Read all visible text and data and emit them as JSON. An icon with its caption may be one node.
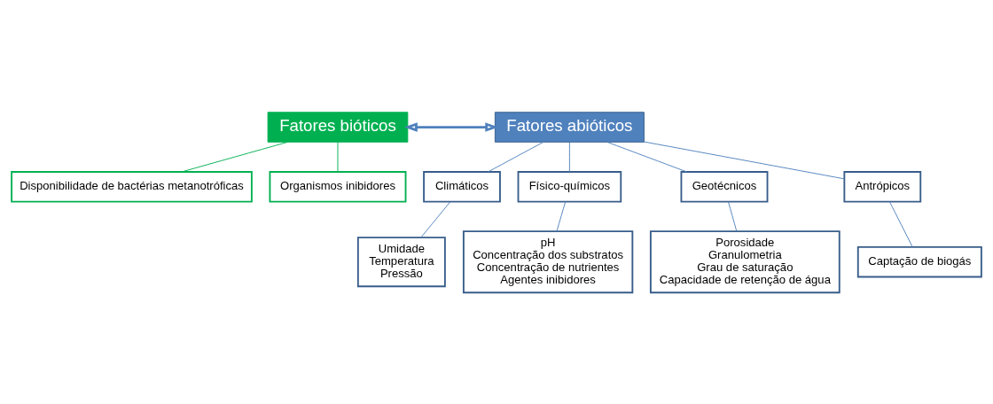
{
  "diagram": {
    "nodes": [
      {
        "text": [
          "Fatores bióticos"
        ]
      },
      {
        "text": [
          "Fatores abióticos"
        ]
      },
      {
        "text": [
          "Disponibilidade de bactérias metanotróficas"
        ]
      },
      {
        "text": [
          "Organismos inibidores"
        ]
      },
      {
        "text": [
          "Climáticos"
        ]
      },
      {
        "text": [
          "Físico-químicos"
        ]
      },
      {
        "text": [
          "Geotécnicos"
        ]
      },
      {
        "text": [
          "Antrópicos"
        ]
      },
      {
        "text": [
          "Umidade",
          "Temperatura",
          "Pressão"
        ]
      },
      {
        "text": [
          "pH",
          "Concentração dos substratos",
          "Concentração de nutrientes",
          "Agentes inibidores"
        ]
      },
      {
        "text": [
          "Porosidade",
          "Granulometria",
          "Grau de saturação",
          "Capacidade de retenção de água"
        ]
      },
      {
        "text": [
          "Captação de biogás"
        ]
      }
    ],
    "edges": [
      {
        "from": 0,
        "to": 1,
        "arrow": "both",
        "style": "thick"
      },
      {
        "from": 0,
        "to": 2,
        "arrow": "none",
        "color": "#00b050"
      },
      {
        "from": 0,
        "to": 3,
        "arrow": "none",
        "color": "#00b050"
      },
      {
        "from": 1,
        "to": 4,
        "arrow": "none"
      },
      {
        "from": 1,
        "to": 5,
        "arrow": "none"
      },
      {
        "from": 1,
        "to": 6,
        "arrow": "none"
      },
      {
        "from": 1,
        "to": 7,
        "arrow": "none"
      },
      {
        "from": 4,
        "to": 8,
        "arrow": "none"
      },
      {
        "from": 5,
        "to": 9,
        "arrow": "none"
      },
      {
        "from": 6,
        "to": 10,
        "arrow": "none"
      },
      {
        "from": 7,
        "to": 11,
        "arrow": "none"
      }
    ]
  }
}
